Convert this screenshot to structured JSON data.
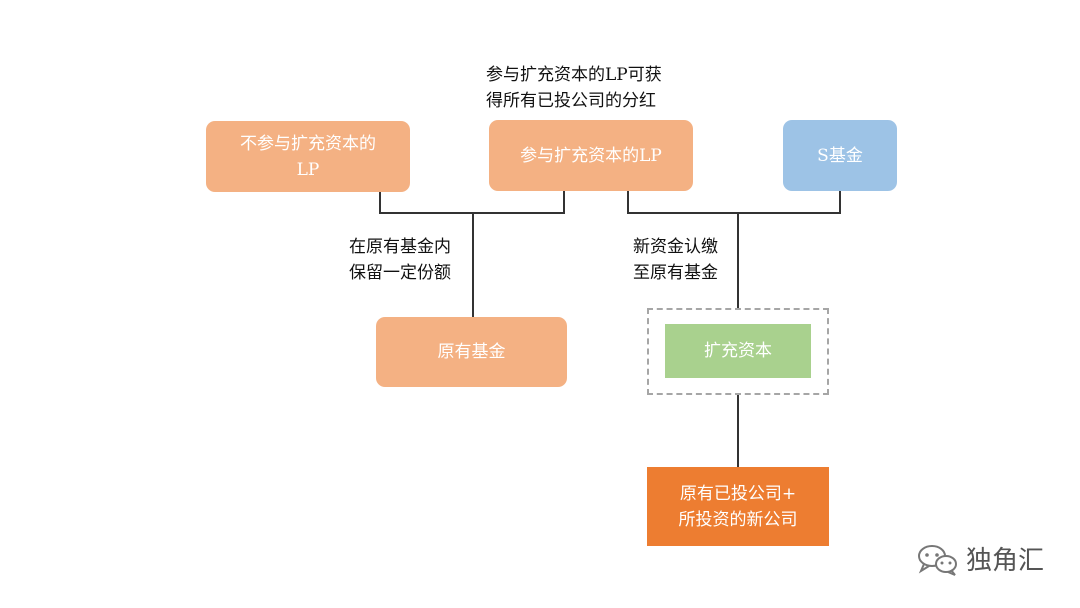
{
  "nodes": {
    "lp_not_participating": "不参与扩充资本的\nLP",
    "lp_participating": "参与扩充资本的LP",
    "s_fund": "S基金",
    "original_fund": "原有基金",
    "capital_expansion": "扩充资本",
    "companies": "原有已投公司+\n所投资的新公司"
  },
  "notes": {
    "dividend_note": "参与扩充资本的LP可获\n得所有已投公司的分红",
    "retain_note": "在原有基金内\n保留一定份额",
    "subscribe_note": "新资金认缴\n至原有基金"
  },
  "watermark": {
    "text": "独角汇",
    "icon": "wechat-icon"
  },
  "colors": {
    "salmon": "#F4B183",
    "blue": "#9DC3E6",
    "green": "#A9D18E",
    "orange": "#ED7D31",
    "dashed_border": "#A6A6A6"
  }
}
